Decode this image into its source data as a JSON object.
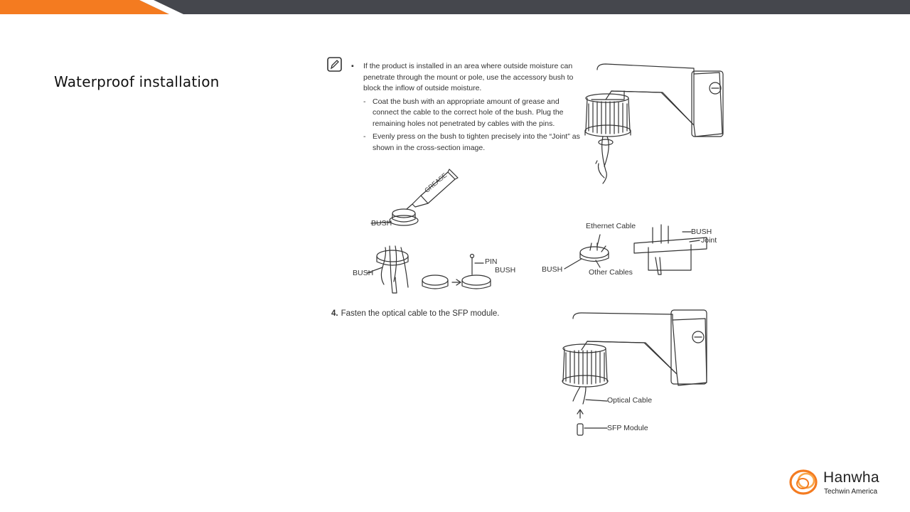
{
  "slide": {
    "title": "Waterproof installation"
  },
  "note": {
    "icon": "note-pencil-icon",
    "bullet": "▪",
    "main": "If the product is installed in an area where outside moisture can penetrate through the mount or pole, use the accessory bush to block the inflow of outside moisture.",
    "sub1": "Coat the bush with an appropriate amount of grease and connect the cable to the correct hole of the bush. Plug the remaining holes not penetrated by cables with the pins.",
    "sub2": "Evenly press on the bush to tighten precisely into the “Joint” as shown in the cross-section image."
  },
  "labels": {
    "grease": "GREASE",
    "bush": "BUSH",
    "pin": "PIN",
    "ethernet_cable": "Ethernet Cable",
    "other_cables": "Other Cables",
    "joint": "Joint",
    "optical_cable": "Optical Cable",
    "sfp_module": "SFP Module"
  },
  "step4": {
    "number": "4.",
    "text": "Fasten the optical cable to the SFP module."
  },
  "brand": {
    "name": "Hanwha",
    "sub": "Techwin America",
    "color_orange": "#F47B20",
    "color_dark": "#45474d"
  }
}
